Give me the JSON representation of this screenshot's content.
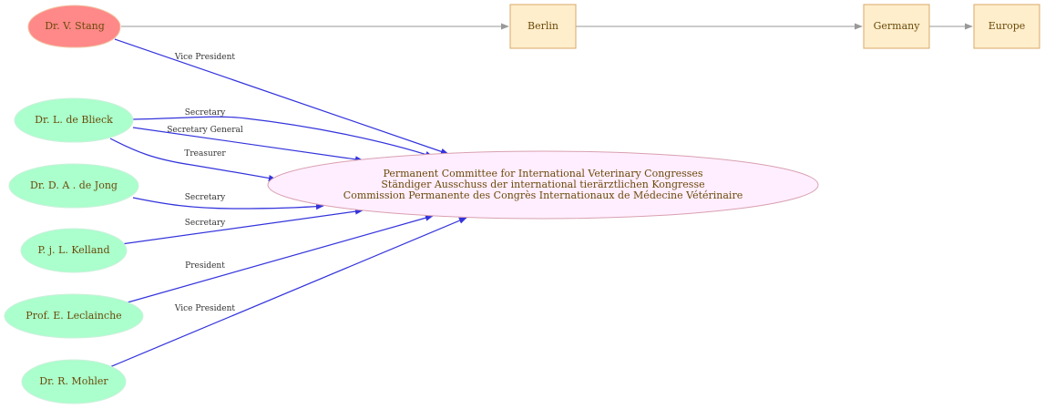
{
  "colors": {
    "person_fill": "#aaffcc",
    "person_stroke": "#ccf0dc",
    "highlight_fill": "#ff8888",
    "highlight_stroke": "#f0c0a0",
    "org_fill": "#ffeeff",
    "org_stroke": "#d8a0b0",
    "place_fill": "#ffeecc",
    "place_stroke": "#d8a868",
    "role_edge": "#3333dd",
    "place_edge": "#999999",
    "text": "#6b4a0a"
  },
  "nodes": {
    "stang": "Dr. V. Stang",
    "debleick": "Dr. L.  de Blieck",
    "dejong": "Dr. D. A .  de Jong",
    "kelland": "P. j. L. Kelland",
    "leclainche": "Prof. E. Leclainche",
    "mohler": "Dr. R. Mohler",
    "committee": [
      "Permanent Committee for International Veterinary Congresses",
      "Ständiger Ausschuss der international tierärztlichen Kongresse",
      "Commission Permanente des Congrès Internationaux de Médecine Vétérinaire"
    ],
    "berlin": "Berlin",
    "germany": "Germany",
    "europe": "Europe"
  },
  "edges": {
    "stang_vp": "Vice President",
    "debleick_secretary": "Secretary",
    "debleick_secgen": "Secretary General",
    "debleick_treasurer": "Treasurer",
    "dejong_secretary": "Secretary",
    "kelland_secretary": "Secretary",
    "leclainche_president": "President",
    "mohler_vp": "Vice President"
  }
}
